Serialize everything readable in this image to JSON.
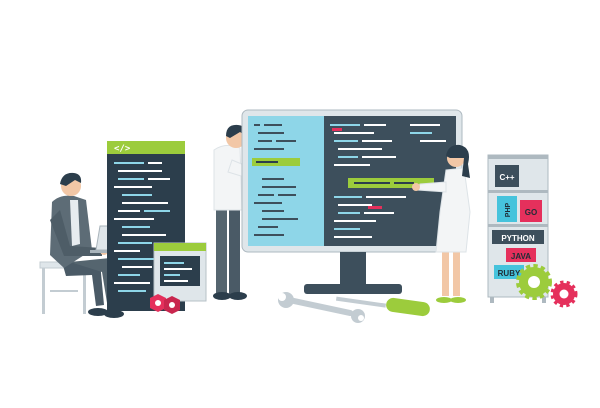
{
  "code_panel": {
    "tag_label": "</>"
  },
  "language_rack": {
    "items": [
      {
        "label": "C++",
        "bg": "#3d4f5c",
        "fg": "#ffffff"
      },
      {
        "label": "PHP",
        "bg": "#46c3dc",
        "fg": "#1f2d36"
      },
      {
        "label": "GO",
        "bg": "#e5305c",
        "fg": "#1f2d36"
      },
      {
        "label": "PYTHON",
        "bg": "#3d4f5c",
        "fg": "#ffffff"
      },
      {
        "label": "JAVA",
        "bg": "#e5305c",
        "fg": "#1f2d36"
      },
      {
        "label": "RUBY",
        "bg": "#46c3dc",
        "fg": "#1f2d36"
      }
    ]
  },
  "colors": {
    "navy": "#2c3e4c",
    "slate": "#3d4f5c",
    "cyan": "#8ed6e8",
    "lime": "#9ccc3c",
    "pink": "#e5305c",
    "gray": "#6d7a83"
  },
  "icons": [
    "code-tag-icon",
    "gear-icon",
    "hex-nut-icon",
    "wrench-icon",
    "screwdriver-icon",
    "laptop-icon"
  ]
}
